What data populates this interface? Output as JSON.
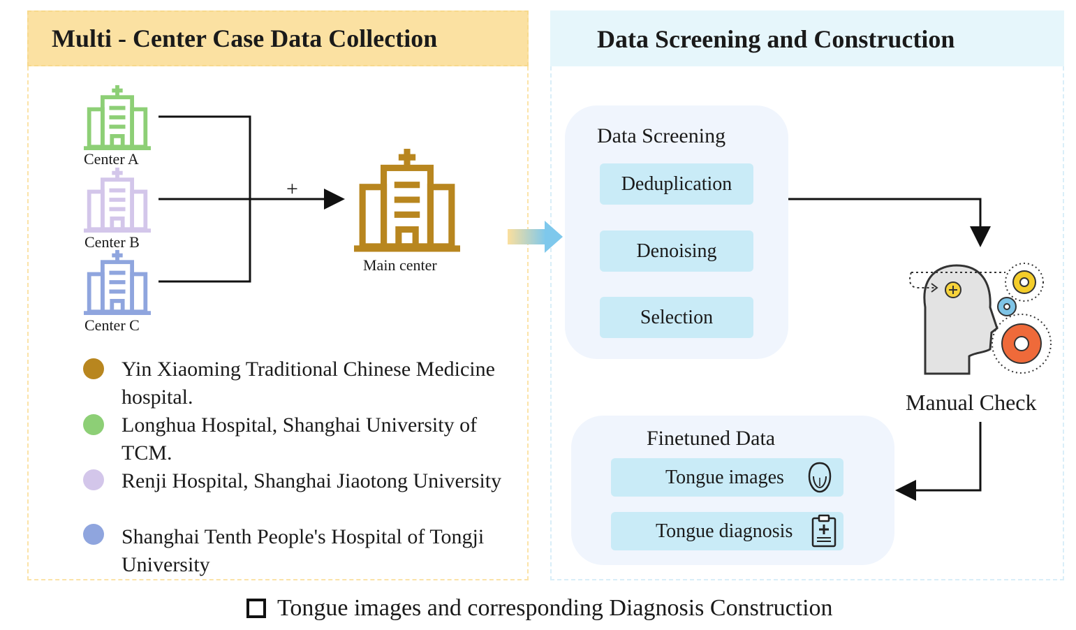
{
  "left_section": {
    "title": "Multi - Center Case Data Collection",
    "centers": [
      {
        "label": "Center A",
        "color": "#8dcf76"
      },
      {
        "label": "Center B",
        "color": "#d3c6ea"
      },
      {
        "label": "Center C",
        "color": "#8fa5de"
      }
    ],
    "plus_sign": "+",
    "main_center": {
      "label": "Main center",
      "color": "#b8861f"
    },
    "legend": [
      {
        "text": "Yin Xiaoming Traditional Chinese Medicine hospital.",
        "color": "#b8861f"
      },
      {
        "text": "Longhua Hospital, Shanghai University of TCM.",
        "color": "#8dcf76"
      },
      {
        "text": "Renji Hospital, Shanghai Jiaotong University",
        "color": "#d3c6ea"
      },
      {
        "text": "Shanghai Tenth People's Hospital of Tongji University",
        "color": "#8fa5de"
      }
    ]
  },
  "right_section": {
    "title": "Data Screening and Construction",
    "screening": {
      "title": "Data Screening",
      "steps": [
        "Deduplication",
        "Denoising",
        "Selection"
      ]
    },
    "manual_check": "Manual Check",
    "finetuned": {
      "title": "Finetuned Data",
      "items": [
        {
          "label": "Tongue images",
          "icon": "face-icon"
        },
        {
          "label": "Tongue diagnosis",
          "icon": "clipboard-icon"
        }
      ]
    }
  },
  "footer": {
    "caption": "Tongue images and corresponding Diagnosis Construction"
  }
}
